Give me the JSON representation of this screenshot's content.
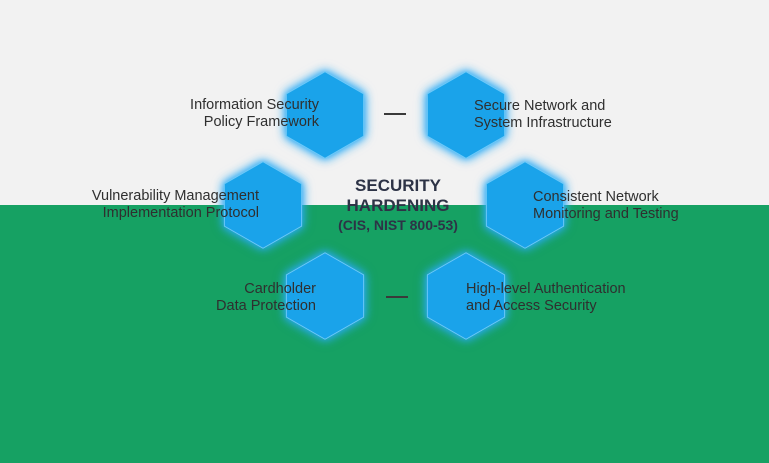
{
  "colors": {
    "top_background": "#f2f2f2",
    "bottom_background": "#16a163",
    "hexagon_fill": "#1aa3ea",
    "hexagon_glow": "#28aaf5",
    "label_text": "#2f2f2f",
    "center_text": "#2d3346"
  },
  "center": {
    "line1": "SECURITY",
    "line2": "HARDENING",
    "line3": "(CIS, NIST 800-53)"
  },
  "items": [
    {
      "line1": "Information Security",
      "line2": "Policy Framework"
    },
    {
      "line1": "Secure Network and",
      "line2": "System Infrastructure"
    },
    {
      "line1": "Vulnerability Management",
      "line2": "Implementation Protocol"
    },
    {
      "line1": "Consistent Network",
      "line2": "Monitoring and Testing"
    },
    {
      "line1": "Cardholder",
      "line2": "Data Protection"
    },
    {
      "line1": "High-level Authentication",
      "line2": "and Access Security"
    }
  ]
}
